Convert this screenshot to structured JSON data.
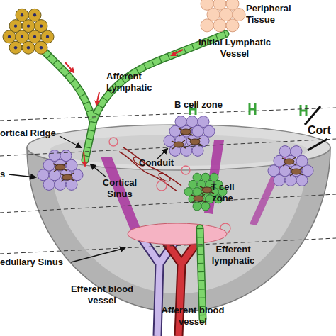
{
  "diagram": {
    "labels": [
      "Peripheral Tissue",
      "Initial Lymphatic Vessel",
      "Afferent Lymphatic",
      "B cell zone",
      "ortical Ridge",
      "Cort",
      "Conduit",
      "s",
      "Cortical Sinus",
      "T cell zone",
      "edullary Sinus",
      "Efferent lymphatic",
      "Efferent blood vessel",
      "Afferent blood vessel"
    ]
  }
}
